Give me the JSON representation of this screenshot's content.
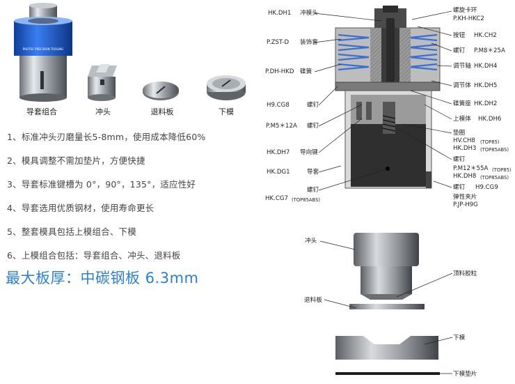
{
  "photos": {
    "captions": [
      "导套组合",
      "冲头",
      "退料板",
      "下模"
    ],
    "guide_engraving": "PROTEC PRECISION TOOLING"
  },
  "features": [
    "1、标准冲头刃磨量长5-8mm，使用成本降低60%",
    "2、模具调整不需加垫片，方便快捷",
    "3、导套标准键槽为 0°，90°，135°，适应性好",
    "4、导套选用优质钢材，使用寿命更长",
    "5、整套模具包括上模组合、下模",
    "6、上模组合包括：导套组合、冲头、退料板"
  ],
  "max_thickness": "最大板厚：中碳钢板 6.3mm",
  "diagram": {
    "left_labels": [
      {
        "code": "HK.DH1",
        "name": "冲模头"
      },
      {
        "code": "P.ZST-D",
        "name": "装饰套"
      },
      {
        "code": "P.DH-HKD",
        "name": "碟簧"
      },
      {
        "code": "H9.CG8",
        "name": "螺钉"
      },
      {
        "code": "P.M5＊12A",
        "name": "螺钉"
      },
      {
        "code": "HK.DH7",
        "name": "导向键"
      },
      {
        "code": "HK.DG1",
        "name": "导套"
      },
      {
        "code": "",
        "name": "螺钉"
      },
      {
        "code": "HK.CG7",
        "name": "(TOP85ABS)"
      }
    ],
    "right_labels": [
      {
        "name": "螺旋卡环",
        "code": "P.KH-HKC2"
      },
      {
        "name": "按钮",
        "code": "HK.CH2"
      },
      {
        "name": "螺钉",
        "code": "P.M8＊25A"
      },
      {
        "name": "调节轴",
        "code": "HK.DH4"
      },
      {
        "name": "调节体",
        "code": "HK.DH5"
      },
      {
        "name": "碟簧座",
        "code": "HK.DH2"
      },
      {
        "name": "上模体",
        "code": "HK.DH6"
      },
      {
        "name": "垫圈",
        "code": ""
      },
      {
        "name": "HV.CH8",
        "code": "(TOP85)"
      },
      {
        "name": "HK.DH3",
        "code": "(TOP85ABS)"
      },
      {
        "name": "螺钉",
        "code": ""
      },
      {
        "name": "P.M12＊55A",
        "code": "(TOP85)"
      },
      {
        "name": "HK.DH8",
        "code": "(TOP85ABS)"
      },
      {
        "name": "螺钉",
        "code": "H9.CG9"
      },
      {
        "name": "弹性夹片",
        "code": ""
      },
      {
        "name": "P.JP-H9G",
        "code": ""
      }
    ],
    "lower_labels": [
      "冲头",
      "顶料胶粒",
      "退料板",
      "下模",
      "下模垫片"
    ]
  },
  "colors": {
    "accent_blue": "#2a7fd6",
    "spring_blue": "#3b6fd4",
    "section_dark": "#2f2f2f",
    "section_mid": "#8d8d8d"
  }
}
